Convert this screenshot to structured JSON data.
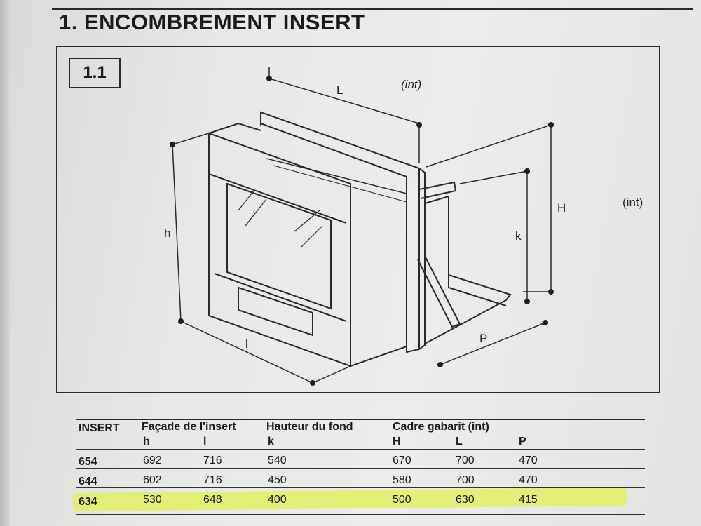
{
  "section": {
    "number": "1.",
    "title": "ENCOMBREMENT INSERT"
  },
  "figure": {
    "label": "1.1",
    "dimensions": {
      "L": "L",
      "int_top": "(int)",
      "H": "H",
      "int_right": "(int)",
      "k": "k",
      "h": "h",
      "l": "l",
      "P": "P"
    }
  },
  "table": {
    "headers": {
      "insert": "INSERT",
      "facade": "Façade de l'insert",
      "hauteur": "Hauteur du fond",
      "cadre": "Cadre gabarit (int)"
    },
    "subheaders": [
      "h",
      "l",
      "k",
      "H",
      "L",
      "P"
    ],
    "rows": [
      {
        "insert": "654",
        "h": "692",
        "l": "716",
        "k": "540",
        "H": "670",
        "L": "700",
        "P": "470"
      },
      {
        "insert": "644",
        "h": "602",
        "l": "716",
        "k": "450",
        "H": "580",
        "L": "700",
        "P": "470"
      },
      {
        "insert": "634",
        "h": "530",
        "l": "648",
        "k": "400",
        "H": "500",
        "L": "630",
        "P": "415"
      }
    ],
    "highlight_color": "#e2f050"
  }
}
